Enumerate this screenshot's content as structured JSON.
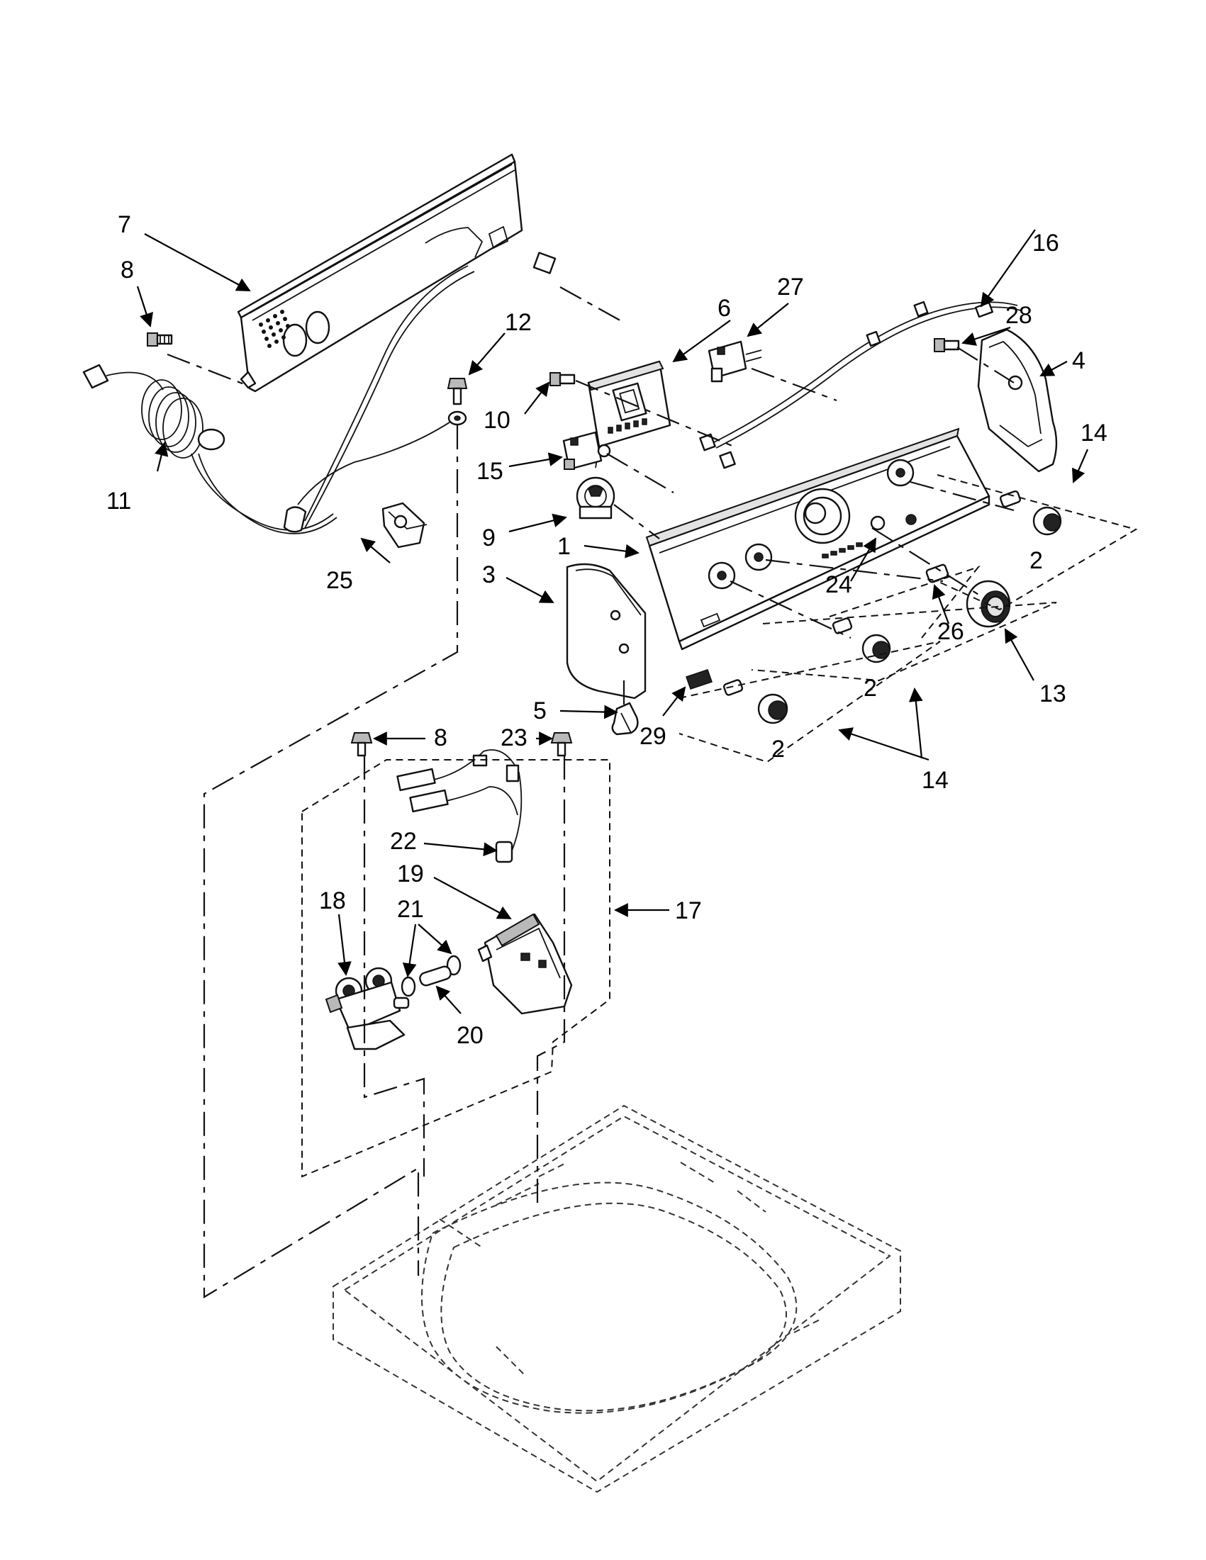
{
  "callouts": [
    "1",
    "2",
    "3",
    "4",
    "5",
    "6",
    "7",
    "8",
    "9",
    "10",
    "11",
    "12",
    "13",
    "14",
    "15",
    "16",
    "17",
    "18",
    "19",
    "20",
    "21",
    "22",
    "23",
    "24",
    "25",
    "26",
    "27",
    "28",
    "29"
  ],
  "colors": {
    "ink": "#111111",
    "background": "#ffffff",
    "shading": "#b9b9b9"
  }
}
